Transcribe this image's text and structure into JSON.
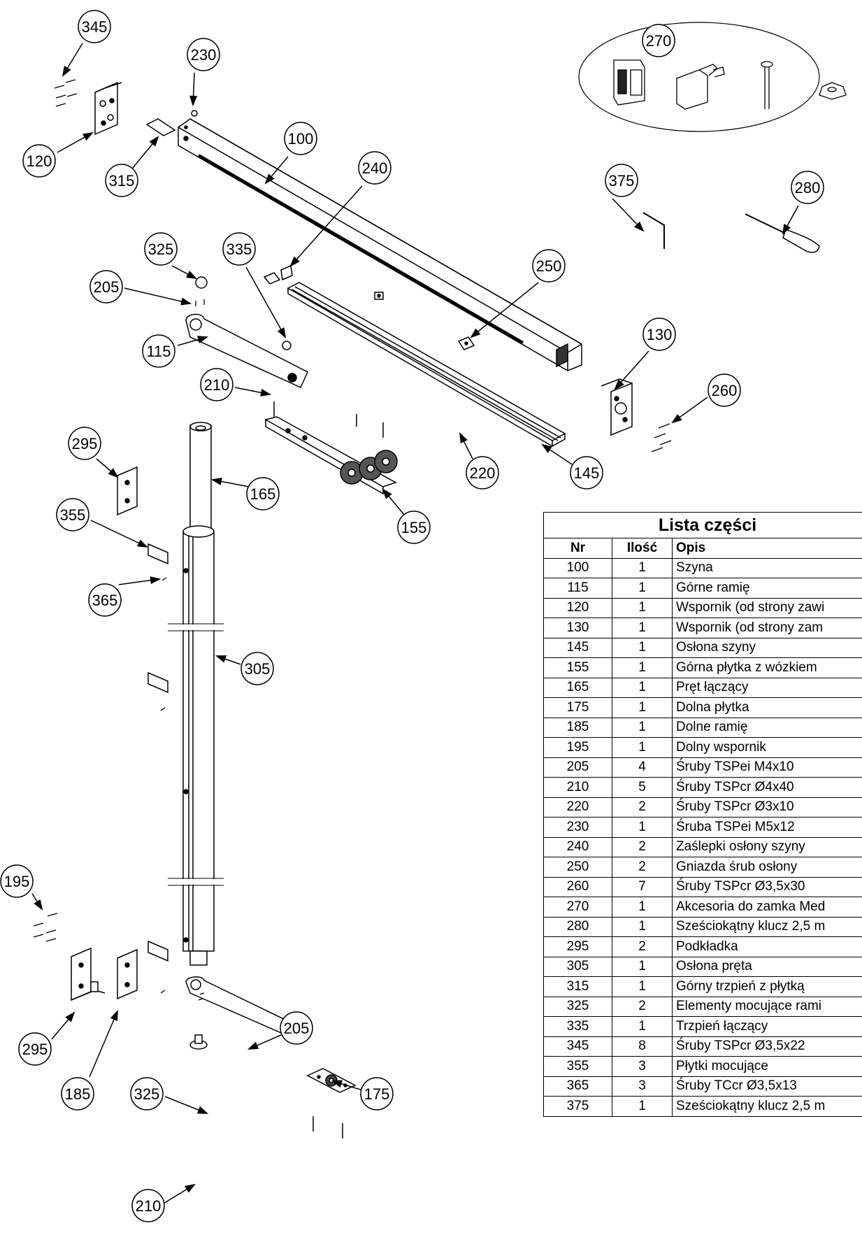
{
  "callouts": [
    "345",
    "230",
    "270",
    "100",
    "120",
    "315",
    "240",
    "375",
    "280",
    "325",
    "335",
    "250",
    "205",
    "115",
    "130",
    "210",
    "260",
    "295",
    "165",
    "220",
    "145",
    "355",
    "155",
    "365",
    "305",
    "195",
    "295",
    "185",
    "205",
    "175",
    "325",
    "210"
  ],
  "parts_table": {
    "title": "Lista części",
    "columns": [
      "Nr",
      "Ilość",
      "Opis"
    ],
    "rows": [
      [
        "100",
        "1",
        "Szyna"
      ],
      [
        "115",
        "1",
        "Górne ramię"
      ],
      [
        "120",
        "1",
        "Wspornik (od strony zawi"
      ],
      [
        "130",
        "1",
        "Wspornik (od strony zam"
      ],
      [
        "145",
        "1",
        "Osłona szyny"
      ],
      [
        "155",
        "1",
        "Górna płytka z wózkiem"
      ],
      [
        "165",
        "1",
        "Pręt łączący"
      ],
      [
        "175",
        "1",
        "Dolna płytka"
      ],
      [
        "185",
        "1",
        "Dolne ramię"
      ],
      [
        "195",
        "1",
        "Dolny wspornik"
      ],
      [
        "205",
        "4",
        "Śruby TSPei M4x10"
      ],
      [
        "210",
        "5",
        "Śruby TSPcr Ø4x40"
      ],
      [
        "220",
        "2",
        "Śruby TSPcr Ø3x10"
      ],
      [
        "230",
        "1",
        "Śruba TSPei M5x12"
      ],
      [
        "240",
        "2",
        "Zaślepki osłony szyny"
      ],
      [
        "250",
        "2",
        "Gniazda śrub osłony"
      ],
      [
        "260",
        "7",
        "Śruby TSPcr Ø3,5x30"
      ],
      [
        "270",
        "1",
        "Akcesoria do zamka Med"
      ],
      [
        "280",
        "1",
        "Sześciokątny klucz 2,5 m"
      ],
      [
        "295",
        "2",
        "Podkładka"
      ],
      [
        "305",
        "1",
        "Osłona pręta"
      ],
      [
        "315",
        "1",
        "Górny trzpień z płytką"
      ],
      [
        "325",
        "2",
        "Elementy mocujące rami"
      ],
      [
        "335",
        "1",
        "Trzpień łączący"
      ],
      [
        "345",
        "8",
        "Śruby TSPcr Ø3,5x22"
      ],
      [
        "355",
        "3",
        "Płytki mocujące"
      ],
      [
        "365",
        "3",
        "Śruby TCcr Ø3,5x13"
      ],
      [
        "375",
        "1",
        "Sześciokątny klucz 2,5 m"
      ]
    ]
  }
}
